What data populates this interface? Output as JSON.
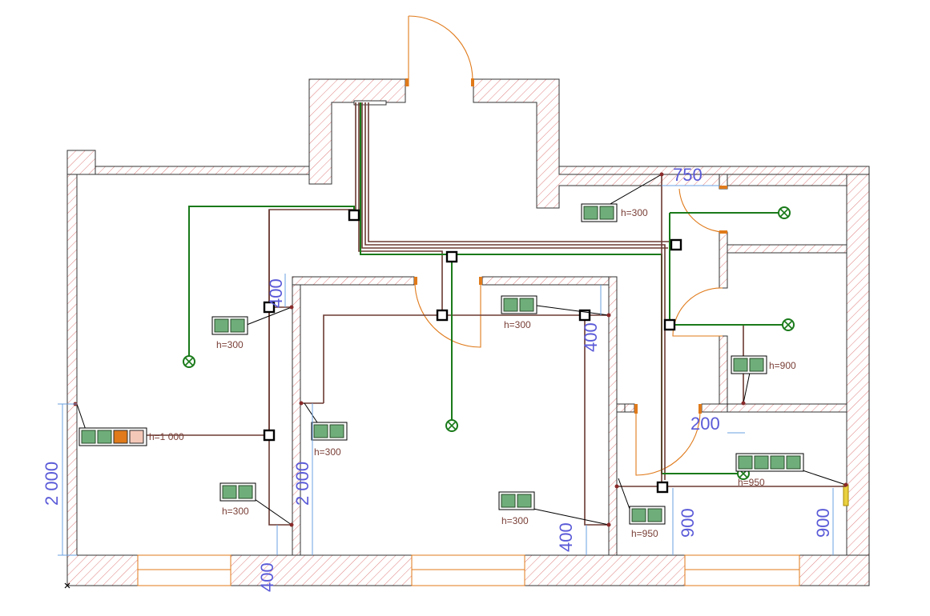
{
  "plan": {
    "dimensions": {
      "d750": "750",
      "d400_top": "400",
      "d400_mid": "400",
      "d400_right": "400",
      "d400_bottom": "400",
      "d200": "200",
      "d2000_left": "2 000",
      "d2000_mid": "2 000",
      "d900_a": "900",
      "d900_b": "900"
    },
    "sockets": {
      "s1": "h=300",
      "s2": "h=300",
      "s3": "h=300",
      "s4": "h=300",
      "s5": "h=1 000",
      "s6": "h=300",
      "s7": "h=300",
      "s8": "h=900",
      "s9": "h=950",
      "s10": "h=950"
    }
  }
}
